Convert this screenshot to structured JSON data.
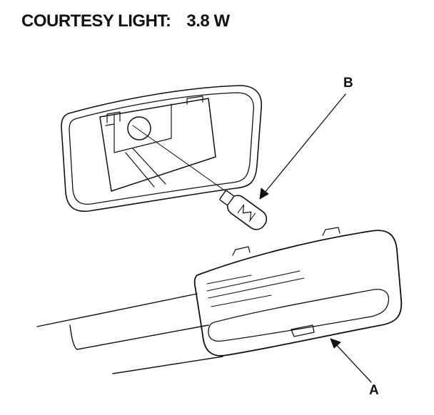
{
  "header": {
    "title": "COURTESY LIGHT:",
    "spec": "3.8 W"
  },
  "callouts": {
    "lens": "A",
    "bulb": "B"
  },
  "colors": {
    "ink": "#111111",
    "background": "#ffffff"
  }
}
